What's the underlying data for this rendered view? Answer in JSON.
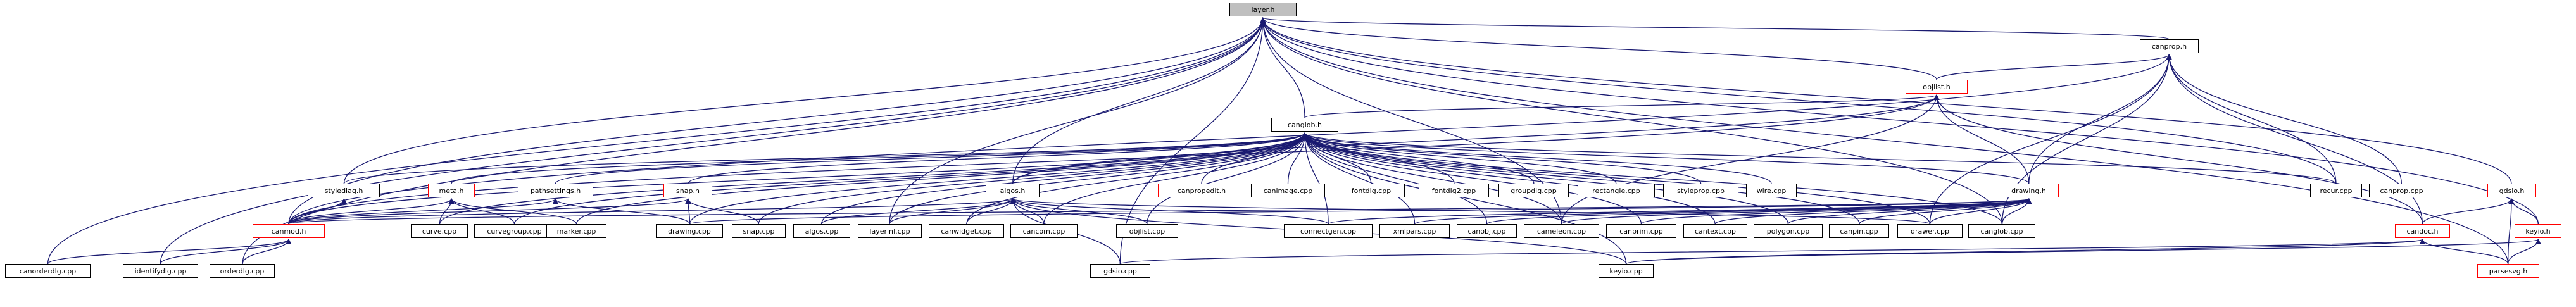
{
  "graph": {
    "colors": {
      "edge": "#191970",
      "border": "#000000",
      "border_red": "#ff0000",
      "root_fill": "#bfbfbf"
    },
    "nodes": {
      "layer": "layer.h",
      "canprop": "canprop.h",
      "objlist": "objlist.h",
      "canglob": "canglob.h",
      "stylediag": "stylediag.h",
      "meta": "meta.h",
      "pathsettings": "pathsettings.h",
      "snap": "snap.h",
      "algos": "algos.h",
      "canpropedit": "canpropedit.h",
      "canimage": "canimage.cpp",
      "fontdlg": "fontdlg.cpp",
      "fontdlg2": "fontdlg2.cpp",
      "groupdlg": "groupdlg.cpp",
      "rectangle": "rectangle.cpp",
      "styleprop": "styleprop.cpp",
      "wire": "wire.cpp",
      "drawing": "drawing.h",
      "recur": "recur.cpp",
      "canprop_cpp": "canprop.cpp",
      "gdsio": "gdsio.h",
      "canmod": "canmod.h",
      "curve": "curve.cpp",
      "curvegroup": "curvegroup.cpp",
      "marker": "marker.cpp",
      "drawing_cpp": "drawing.cpp",
      "snap_cpp": "snap.cpp",
      "algos_cpp": "algos.cpp",
      "layerinf": "layerinf.cpp",
      "canwidget": "canwidget.cpp",
      "cancom": "cancom.cpp",
      "objlist_cpp": "objlist.cpp",
      "connectgen": "connectgen.cpp",
      "xmlpars": "xmlpars.cpp",
      "canobj": "canobj.cpp",
      "cameleon": "cameleon.cpp",
      "canprim": "canprim.cpp",
      "cantext": "cantext.cpp",
      "polygon": "polygon.cpp",
      "canpin": "canpin.cpp",
      "drawer": "drawer.cpp",
      "canglob_cpp": "canglob.cpp",
      "candoc": "candoc.h",
      "keyio_h": "keyio.h",
      "canorderdlg": "canorderdlg.cpp",
      "identifydlg": "identifydlg.cpp",
      "orderdlg": "orderdlg.cpp",
      "gdsio_cpp": "gdsio.cpp",
      "keyio_cpp": "keyio.cpp",
      "parsesvg": "parsesvg.h"
    }
  }
}
